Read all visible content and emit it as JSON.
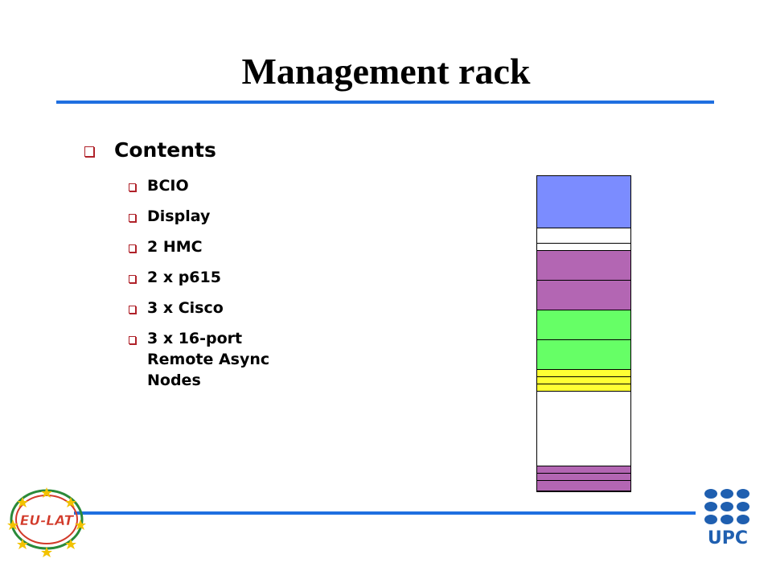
{
  "slide": {
    "title": "Management rack",
    "bullet": "Contents",
    "items": [
      "BCIO",
      "Display",
      "2 HMC",
      "2 x p615",
      "3 x Cisco",
      "3 x 16-port Remote Async Nodes"
    ]
  },
  "rack": {
    "slots": [
      {
        "units": 3.5,
        "color": "#7b8cff"
      },
      {
        "units": 1,
        "color": "#ffffff"
      },
      {
        "units": 0.5,
        "color": "#ffffff"
      },
      {
        "units": 2,
        "color": "#b366b3"
      },
      {
        "units": 2,
        "color": "#b366b3"
      },
      {
        "units": 2,
        "color": "#66ff66"
      },
      {
        "units": 2,
        "color": "#66ff66"
      },
      {
        "units": 0.5,
        "color": "#ffff33"
      },
      {
        "units": 0.5,
        "color": "#ffff33"
      },
      {
        "units": 0.5,
        "color": "#ffff33"
      },
      {
        "units": 5,
        "color": "#ffffff"
      },
      {
        "units": 0.5,
        "color": "#b366b3"
      },
      {
        "units": 0.5,
        "color": "#b366b3"
      },
      {
        "units": 0.5,
        "color": "#b366b3"
      }
    ]
  },
  "logos": {
    "left": "EU-LAT",
    "right": "UPC"
  },
  "colors": {
    "rule": "#1f6fe0",
    "bullet": "#b0222a"
  }
}
